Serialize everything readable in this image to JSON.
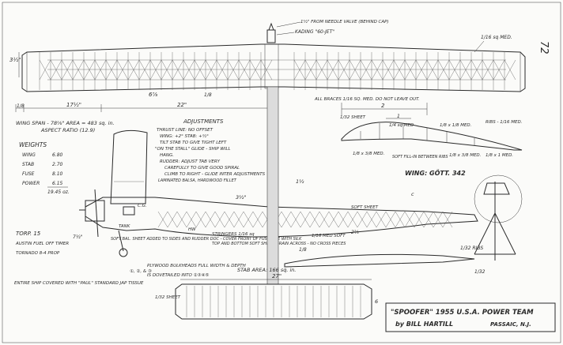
{
  "page": {
    "number": "72"
  },
  "top_notes": {
    "prop_nose": "1½\" FROM NEEDLE VALVE (BEHIND CAP)",
    "engine": "KADING \"60-JET\"",
    "wing_tip_balsa": "1/16 sq MED.",
    "wing_height": "3½\""
  },
  "wing_dims": {
    "tip": "1/8",
    "rib_spacing": "17½\"",
    "half_span": "22\"",
    "center_left": "6⅞",
    "center_right": "1/8",
    "all_braces": "ALL BRACES 1/16 SQ. MED. DO NOT LEAVE OUT."
  },
  "wing_spec": {
    "span_area": "WING SPAN - 78⅝\"   AREA = 483 sq. in.",
    "aspect": "ASPECT RATIO (12.9)"
  },
  "weights": {
    "title": "WEIGHTS",
    "rows": [
      {
        "label": "WING",
        "value": "6.80"
      },
      {
        "label": "STAB",
        "value": "2.70"
      },
      {
        "label": "FUSE",
        "value": "8.10"
      },
      {
        "label": "POWER",
        "value": "6.15"
      }
    ],
    "total": "19.45 oz."
  },
  "adjustments": {
    "title": "ADJUSTMENTS",
    "lines": [
      "THRUST LINE: NO OFFSET",
      "WING: +2° STAB: +½°",
      "TILT STAB TO GIVE TIGHT LEFT",
      "\"ON THE STALL\" GLIDE - SHIP WILL",
      "HANG.",
      "RUDDER: ADJUST TAB VERY",
      "CAREFULLY TO GIVE GOOD SPIRAL",
      "CLIMB TO RIGHT - GLIDE INTER ADJUSTMENTS"
    ]
  },
  "airfoil": {
    "sheet": "1/32 SHEET",
    "le": "1/4 sq MED",
    "spar": "1/8 x 1/8 MED.",
    "ribs": "RIBS - 1/16 MED.",
    "dim_2": "2",
    "dim_1": "1",
    "lower_a": "1/8 x 3/8 MED.",
    "soft_fill": "SOFT FILL-IN BETWEEN RIBS",
    "te": "1/8 x 3/8 MED.",
    "te2": "1/8 x 1 MED.",
    "section": "WING: GÖTT. 342"
  },
  "fuselage": {
    "laminated": "LAMINATED BALSA, HARDWOOD FILLET",
    "cg": "C.G.",
    "tank": "TANK",
    "hw": "HW",
    "dim_3half": "3½\"",
    "dim_1half": "1½",
    "dim_c": "c",
    "soft_sheet": "SOFT SHEET",
    "med_soft": "1/16 MED SOFT",
    "stringer_note": "STRINGERS 1/16 sq",
    "top_bottom": "TOP AND BOTTOM SOFT SHEET, GRAIN ACROSS - NO CROSS PIECES",
    "height_2_3": "2⅔",
    "ribs_32": "1/32 RIBS",
    "sheet_note": "SOFT BAL. SHEET ADDED TO SIDES AND RUDDER DOC - COVER FRONT OF FUSELAGE WITH SILK",
    "bulkheads": "PLYWOOD BULKHEADS FULL WIDTH & DEPTH",
    "dovetail": "IS DOVETAILED INTO ②③④⑤",
    "circles": "①, ②, & ③",
    "tip_1_8": "1/8",
    "tip_1_32": "1/32"
  },
  "power": {
    "torp": "TORP. 15",
    "fuel": "AUSTIN FUEL OFF TIMER",
    "prop": "TORNADO 8-4 PROP",
    "height": "7½\""
  },
  "stab": {
    "area": "STAB AREA: 166 sq. in.",
    "span": "27\"",
    "sheet": "1/32 SHEET",
    "height": "6"
  },
  "covering": "ENTIRE SHIP COVERED WITH \"PAUL\" STANDARD JAP TISSUE",
  "title_block": {
    "title": "\"SPOOFER\" 1955 U.S.A. POWER TEAM",
    "author": "by BILL HARTILL",
    "location": "PASSAIC, N.J."
  }
}
